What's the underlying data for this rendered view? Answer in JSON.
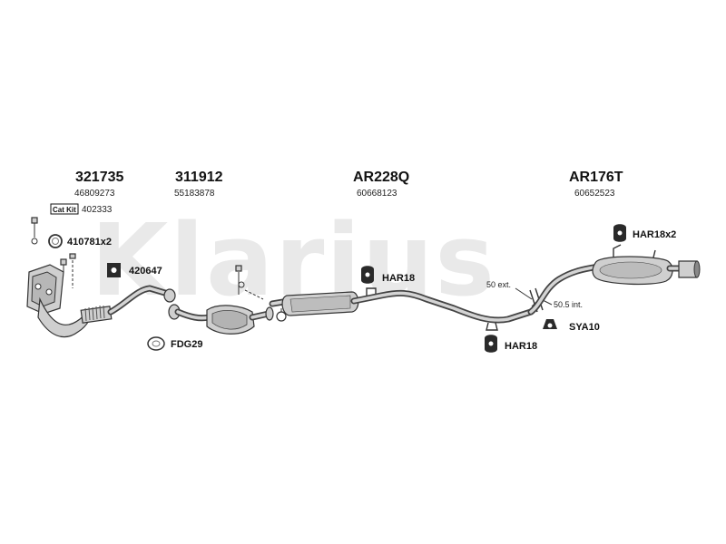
{
  "watermark": "Klarius",
  "sections": [
    {
      "part_number": "321735",
      "oem_code": "46809273"
    },
    {
      "part_number": "311912",
      "oem_code": "55183878"
    },
    {
      "part_number": "AR228Q",
      "oem_code": "60668123"
    },
    {
      "part_number": "AR176T",
      "oem_code": "60652523"
    }
  ],
  "cat_kit": {
    "badge": "Cat Kit",
    "code": "402333"
  },
  "fittings": {
    "f1": "410781x2",
    "f2": "420647",
    "f3": "FDG29",
    "f4": "HAR18",
    "f5": "HAR18",
    "f6": "HAR18x2",
    "f7": "SYA10"
  },
  "notes": {
    "ext": "50 ext.",
    "int": "50.5 int."
  }
}
